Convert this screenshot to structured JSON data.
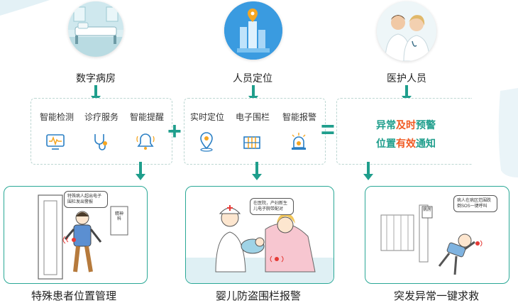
{
  "groups": [
    {
      "title": "数字病房",
      "features": [
        {
          "label": "智能检测",
          "icon": "monitor-icon"
        },
        {
          "label": "诊疗服务",
          "icon": "stethoscope-icon"
        },
        {
          "label": "智能提醒",
          "icon": "bell-icon"
        }
      ]
    },
    {
      "title": "人员定位",
      "features": [
        {
          "label": "实时定位",
          "icon": "location-pin-icon"
        },
        {
          "label": "电子围栏",
          "icon": "fence-icon"
        },
        {
          "label": "智能报警",
          "icon": "alarm-icon"
        }
      ]
    },
    {
      "title": "医护人员"
    }
  ],
  "operators": {
    "plus": "+",
    "equals": "="
  },
  "result": {
    "line1": {
      "a": "异常",
      "b": "及时",
      "c": "预警"
    },
    "line2": {
      "a": "位置",
      "b": "有效",
      "c": "通知"
    }
  },
  "scenes": [
    {
      "caption": "特殊患者位置管理",
      "bubble": "特殊病人超出电子围栏发出警报",
      "sign": "精神科"
    },
    {
      "caption": "婴儿防盗围栏报警",
      "bubble": "在医院，产妇新生儿电子腕带配对"
    },
    {
      "caption": "突发异常一键求救",
      "bubble": "病人在病区范围跌倒SOS一键呼叫",
      "sign": "病房"
    }
  ],
  "colors": {
    "accent": "#1f9e8c",
    "highlight": "#f05a23",
    "panel_border": "#2aa896"
  }
}
